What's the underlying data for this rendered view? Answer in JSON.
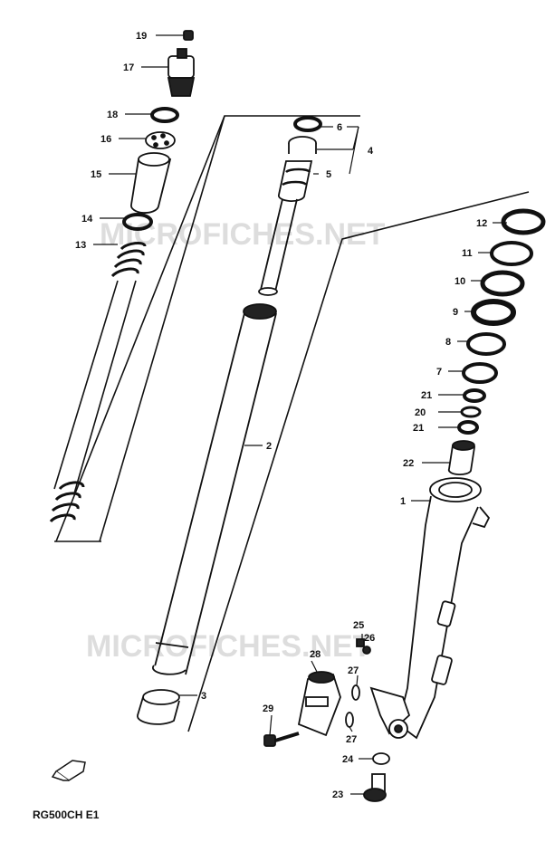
{
  "diagram": {
    "model_code": "RG500CH E1",
    "watermark": "MICROFICHES.NET",
    "colors": {
      "ink": "#111111",
      "paper": "#ffffff",
      "watermark": "#c8c8c8"
    },
    "callouts": [
      "19",
      "17",
      "18",
      "16",
      "15",
      "14",
      "13",
      "6",
      "4",
      "5",
      "2",
      "3",
      "12",
      "11",
      "10",
      "9",
      "8",
      "7",
      "21",
      "20",
      "21",
      "22",
      "1",
      "25",
      "26",
      "28",
      "27",
      "27",
      "29",
      "24",
      "23"
    ]
  }
}
